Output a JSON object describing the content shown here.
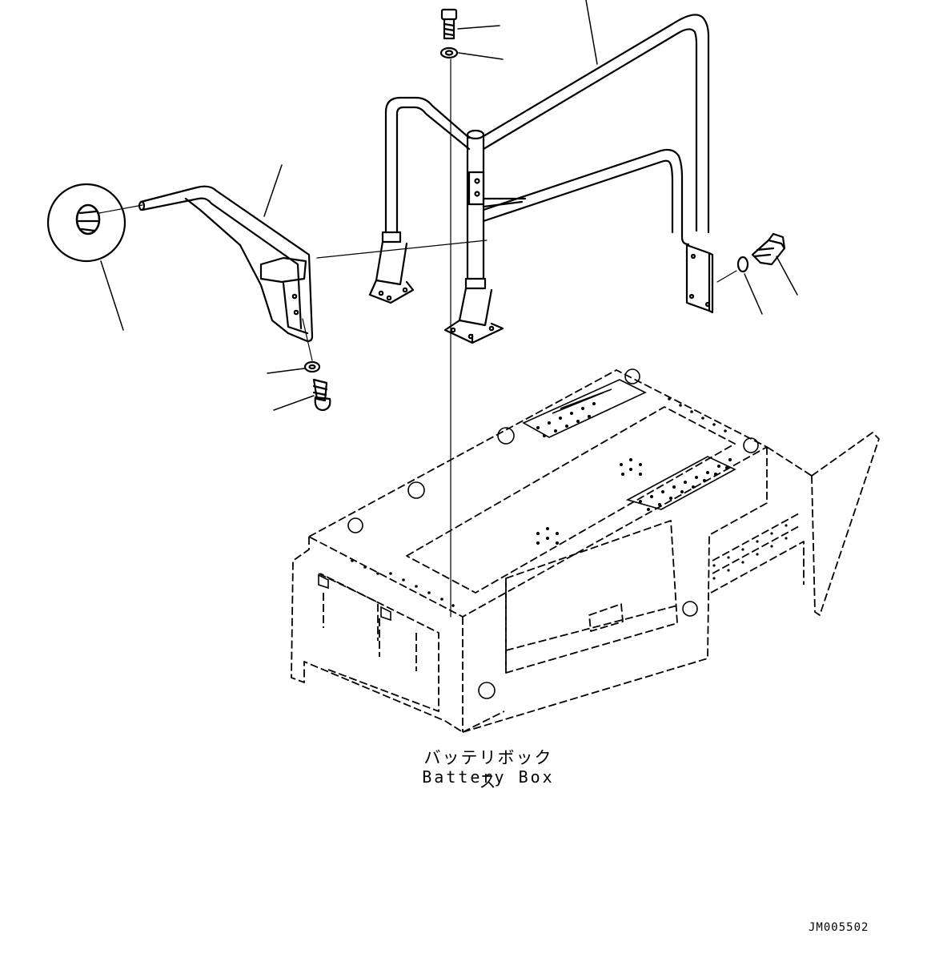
{
  "labels": {
    "component_jp": "バッテリボックス",
    "component_en": "Battery Box",
    "drawing_number": "JM005502"
  },
  "colors": {
    "line": "#000000",
    "background": "#ffffff"
  }
}
